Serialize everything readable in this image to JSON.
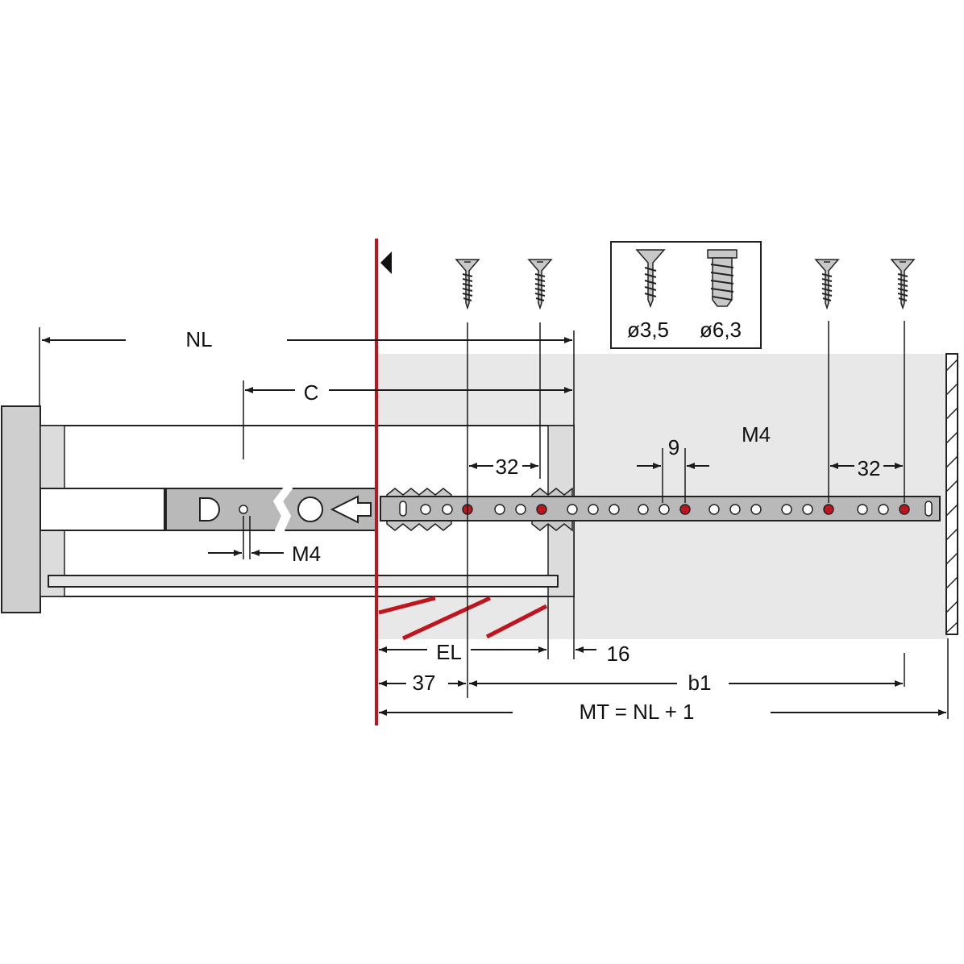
{
  "dimensions": {
    "nl": "NL",
    "c": "C",
    "m4_bracket": "M4",
    "m4_top": "M4",
    "d32_left": "32",
    "d9": "9",
    "d32_right": "32",
    "el": "EL",
    "d16": "16",
    "d37": "37",
    "b1": "b1",
    "mt": "MT = NL + 1"
  },
  "screw_legend": {
    "small": "ø3,5",
    "large": "ø6,3"
  },
  "colors": {
    "accent_red": "#c0141e",
    "cabinet_gray": "#e8e8e8",
    "rail_gray": "#b9b9b9",
    "line": "#1a1a1a"
  }
}
